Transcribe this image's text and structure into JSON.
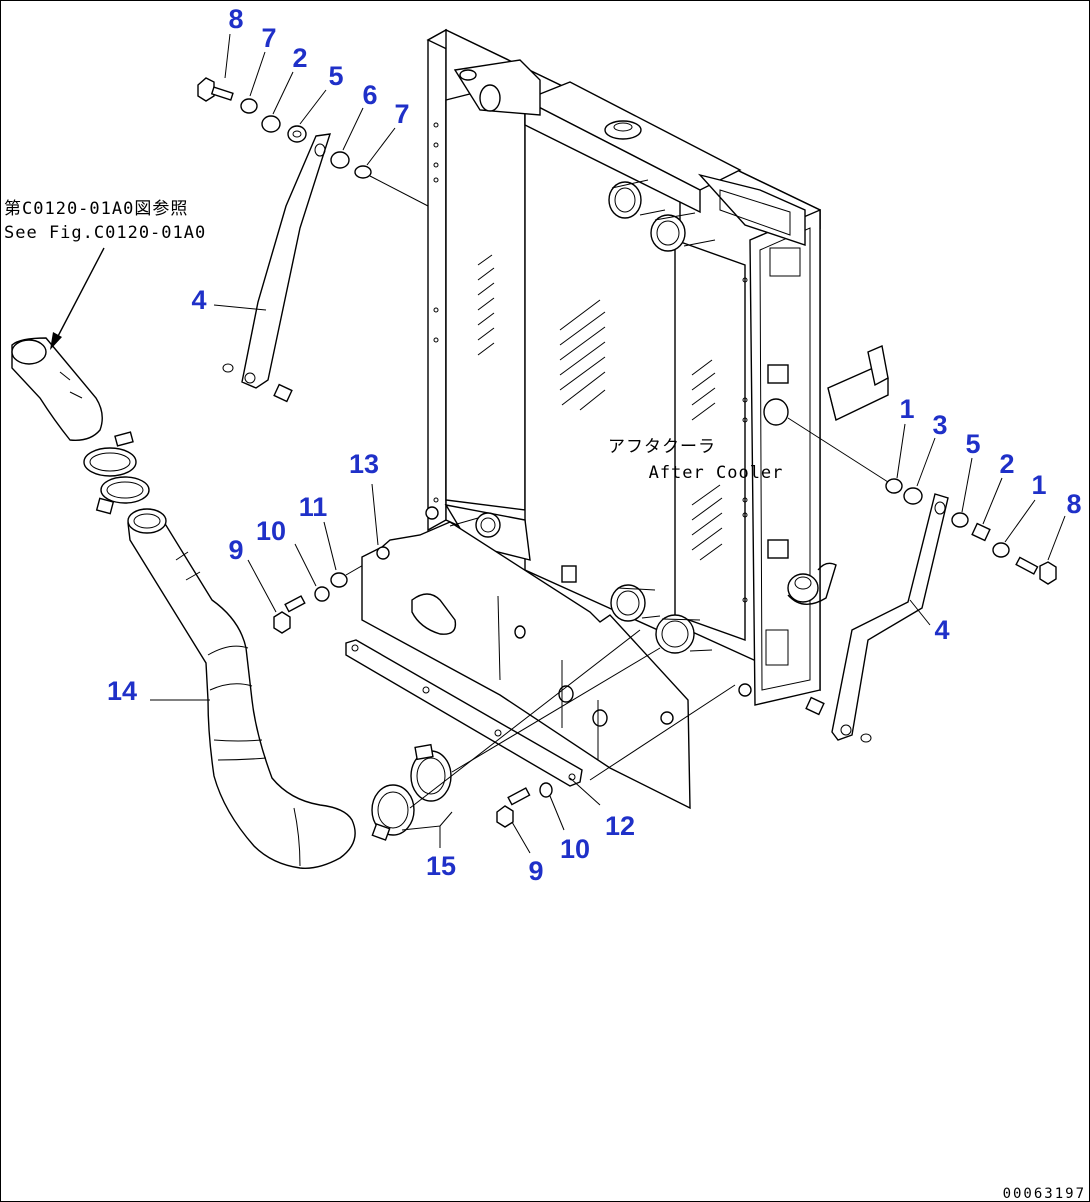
{
  "figure": {
    "reference_note": {
      "japanese": "第C0120-01A0図参照",
      "english": "See Fig.C0120-01A0"
    },
    "after_cooler_label": {
      "japanese": "アフタクーラ",
      "english": "After Cooler"
    },
    "drawing_code": "00063197",
    "callout_color": "#1f30c8",
    "callouts": {
      "c8_top": "8",
      "c7_top": "7",
      "c2_top": "2",
      "c5_top": "5",
      "c6_top": "6",
      "c7_top_b": "7",
      "c4_left": "4",
      "c13": "13",
      "c11": "11",
      "c10_left": "10",
      "c9_left": "9",
      "c14": "14",
      "c1_right": "1",
      "c3_right": "3",
      "c5_right": "5",
      "c2_right": "2",
      "c1_right_b": "1",
      "c8_right": "8",
      "c4_right": "4",
      "c12": "12",
      "c10_bottom": "10",
      "c9_bottom": "9",
      "c15": "15"
    }
  }
}
